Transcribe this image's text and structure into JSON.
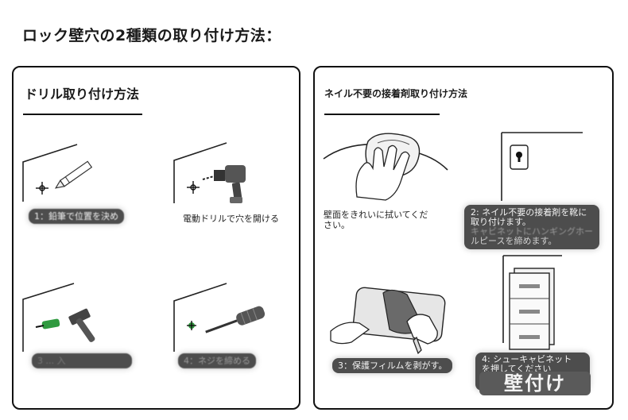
{
  "page_title": "ロック壁穴の2種類の取り付け方法：",
  "left_panel": {
    "title": "ドリル取り付け方法",
    "steps": [
      {
        "caption": "1：鉛筆で位置を決め"
      },
      {
        "caption": "電動ドリルで穴を開ける"
      },
      {
        "caption": "3 ... 入"
      },
      {
        "caption": "4：ネジを締める"
      }
    ]
  },
  "right_panel": {
    "title": "ネイル不要の接着剤取り付け方法",
    "steps": [
      {
        "caption_line1": "壁面をきれいに拭いてくだ",
        "caption_line2": "さい。"
      },
      {
        "caption_line1": "2: ネイル不要の接着剤を靴に",
        "caption_line2": "取り付けます。",
        "caption_line3": "キャビネットにハンギングホー",
        "caption_line4": "ルピースを締めます。"
      },
      {
        "caption": "3：保護フィルムを剥がす。"
      },
      {
        "caption_line1": "4: シューキャビネット",
        "caption_line2": "を押してください"
      }
    ],
    "overlay_word": "壁付け"
  }
}
